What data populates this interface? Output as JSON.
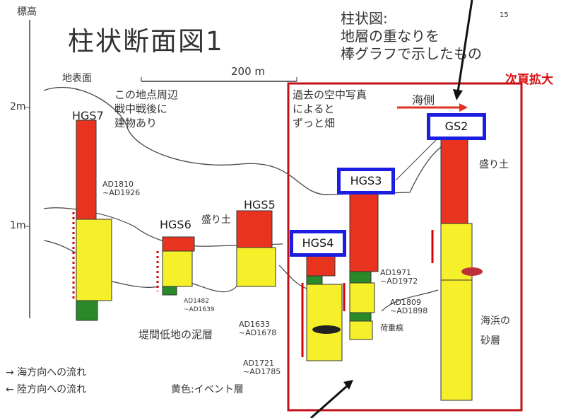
{
  "axis": {
    "label": "標高",
    "tick_2m": "2m",
    "tick_1m": "1m"
  },
  "title": "柱状断面図1",
  "note": [
    "柱状図:",
    "地層の重なりを",
    "棒グラフで示したもの"
  ],
  "page_number": "15",
  "scale_label": "200 m",
  "surface_label": "地表面",
  "annotations": {
    "area_note": [
      "この地点周辺",
      "戦中戦後に",
      "建物あり"
    ],
    "photo_note": [
      "過去の空中写真",
      "によると",
      "ずっと畑"
    ],
    "sea_side": "海側",
    "next_page": "次頁拡大"
  },
  "columns": {
    "hgs7": "HGS7",
    "hgs6": "HGS6",
    "hgs5": "HGS5",
    "hgs4": "HGS4",
    "hgs3": "HGS3",
    "gs2": "GS2"
  },
  "layer_labels": {
    "fill_hgs5": "盛り土",
    "fill_gs2": "盛り土",
    "levee_mud": "堤間低地の泥層",
    "beach_sand": [
      "海浜の",
      "砂層"
    ],
    "load_cast": "荷重痕"
  },
  "dates": {
    "hgs7": [
      "AD1810",
      "~AD1926"
    ],
    "hgs6": [
      "AD1482",
      "~AD1639"
    ],
    "hgs4a": [
      "AD1633",
      "~AD1678"
    ],
    "hgs4b": [
      "AD1721",
      "~AD1785"
    ],
    "hgs3a": [
      "AD1971",
      "~AD1972"
    ],
    "hgs3b": [
      "AD1809",
      "~AD1898"
    ]
  },
  "legend": {
    "seaward": "→ 海方向への流れ",
    "landward": "← 陸方向への流れ",
    "event": "黄色:イベント層"
  },
  "colors": {
    "fill": "#e8341f",
    "event": "#f6f02a",
    "mud": "#2a8a2a",
    "box": "#1b1ee0",
    "frame": "#c0101a"
  }
}
